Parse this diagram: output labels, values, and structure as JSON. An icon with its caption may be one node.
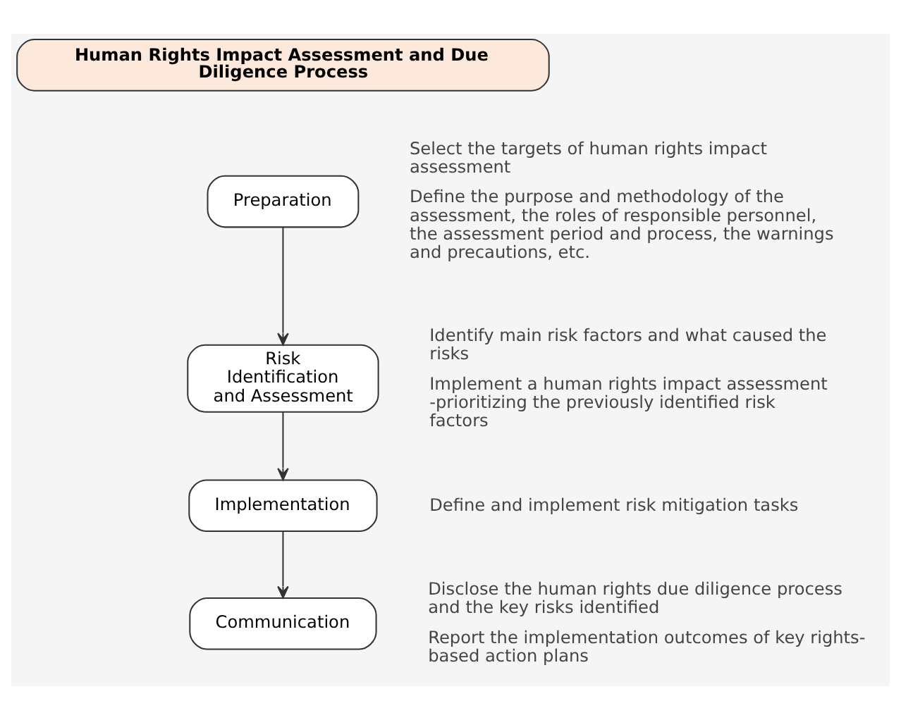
{
  "diagram": {
    "nodes": [
      {
        "text": [
          "Human Rights Impact Assessment and Due Diligence Process"
        ]
      },
      {
        "text": [
          "Preparation"
        ],
        "beside": [
          "Select the targets of human rights impact assessment",
          "Define the purpose and methodology of the assessment, the roles of responsible personnel, the assessment period and process, the warnings and precautions, etc."
        ]
      },
      {
        "text": [
          "Risk Identification and Assessment"
        ],
        "beside": [
          "Identify main risk factors and what caused the risks",
          "Implement a human rights impact assessment -prioritizing the previously identified risk factors"
        ]
      },
      {
        "text": [
          "Implementation"
        ],
        "beside": [
          "Define and implement risk mitigation tasks"
        ]
      },
      {
        "text": [
          "Communication"
        ],
        "beside": [
          "Disclose the human rights due diligence process and the key risks identified",
          "Report the implementation outcomes of key rights-based action plans"
        ]
      }
    ],
    "edges": [
      {
        "from": 1,
        "to": 2,
        "arrow": "to"
      },
      {
        "from": 2,
        "to": 3,
        "arrow": "to"
      },
      {
        "from": 3,
        "to": 4,
        "arrow": "to"
      }
    ]
  }
}
